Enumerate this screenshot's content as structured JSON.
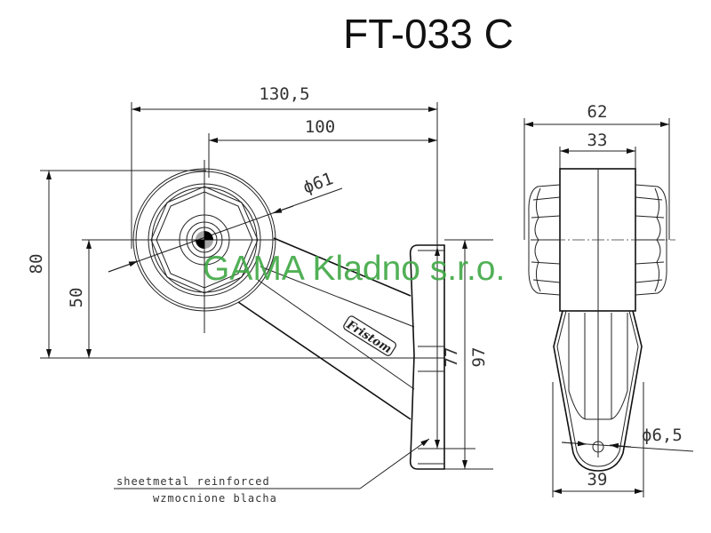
{
  "title": "FT-033 C",
  "watermark": "GAMA Kladno s.r.o.",
  "logo": "Fristom",
  "colors": {
    "watermark": "#3fa844",
    "lines": "#222222"
  },
  "side_view": {
    "dimensions": {
      "overall_width": "130,5",
      "center_to_mount": "100",
      "diameter": "ϕ61",
      "height": "80",
      "center_height": "50",
      "mount_inner": "77",
      "mount_outer": "97"
    },
    "note": {
      "line1": "sheetmetal reinforced",
      "line2": "wzmocnione blacha"
    }
  },
  "front_view": {
    "dimensions": {
      "overall_width": "62",
      "body_width": "33",
      "base_width": "39",
      "hole_diameter": "ϕ6,5"
    }
  }
}
